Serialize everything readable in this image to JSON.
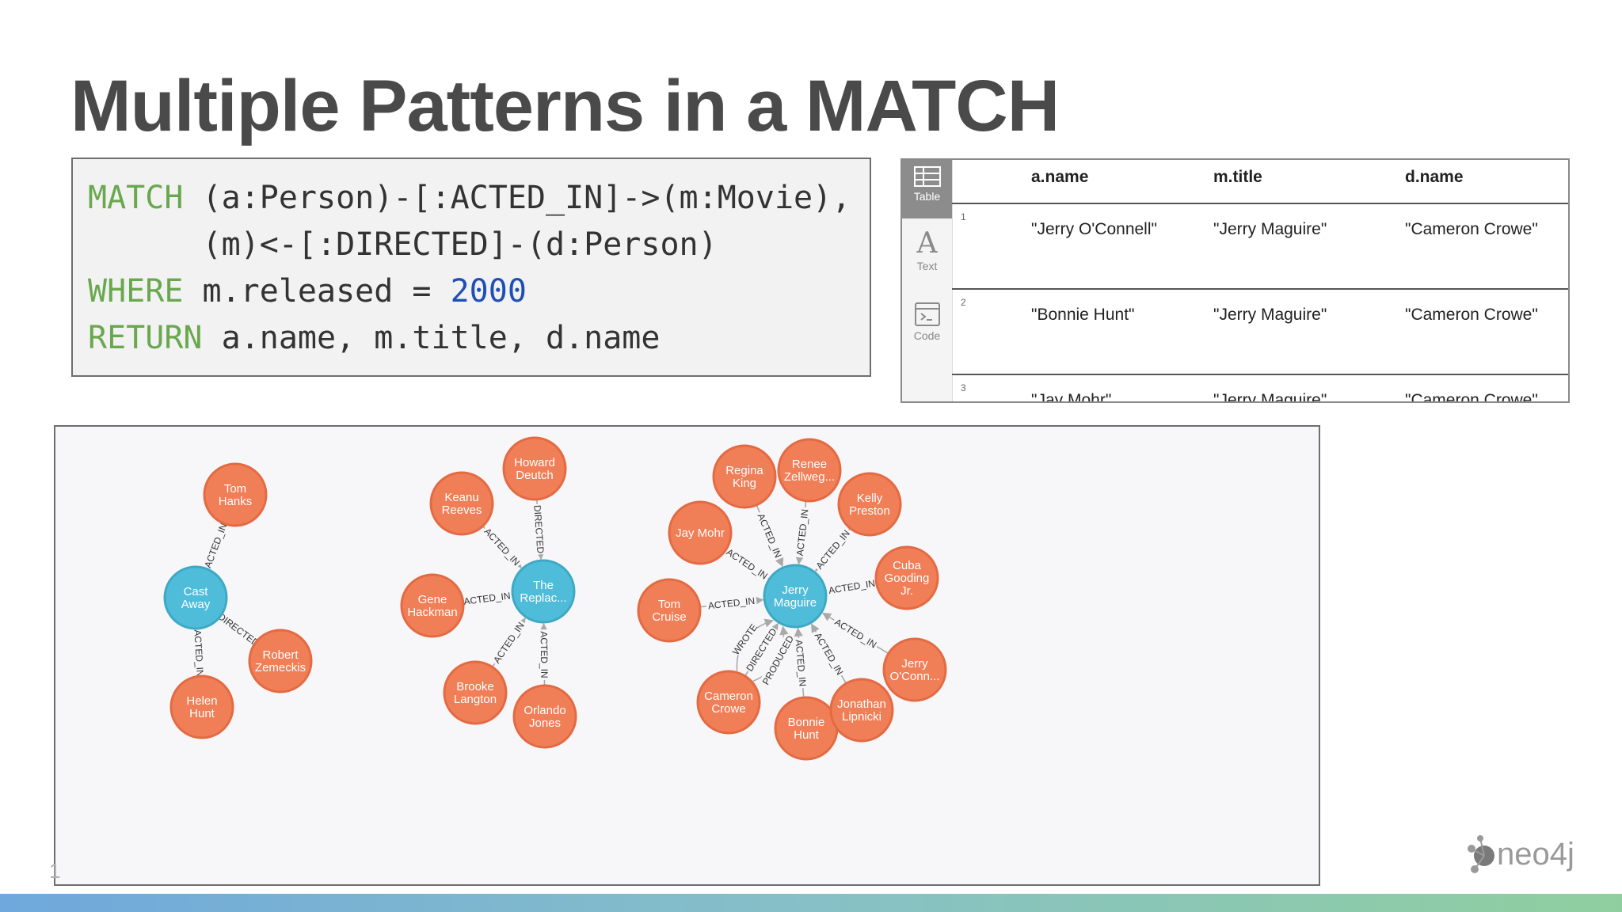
{
  "slide": {
    "title": "Multiple Patterns in a MATCH",
    "page_number": "1"
  },
  "query": {
    "line1": {
      "kw": "MATCH",
      "rest": " (a:Person)-[:ACTED_IN]->(m:Movie),"
    },
    "line2": {
      "rest": "      (m)<-[:DIRECTED]-(d:Person)"
    },
    "line3": {
      "kw": "WHERE",
      "mid": " m.released = ",
      "num": "2000"
    },
    "line4": {
      "kw": "RETURN",
      "rest": " a.name, m.title, d.name"
    }
  },
  "results": {
    "view_tabs": [
      {
        "label": "Table",
        "icon": "table-icon",
        "active": true
      },
      {
        "label": "Text",
        "icon": "text-icon",
        "active": false
      },
      {
        "label": "Code",
        "icon": "code-icon",
        "active": false
      }
    ],
    "columns": [
      "a.name",
      "m.title",
      "d.name"
    ],
    "rows": [
      {
        "num": "1",
        "cells": [
          "\"Jerry O'Connell\"",
          "\"Jerry Maguire\"",
          "\"Cameron Crowe\""
        ]
      },
      {
        "num": "2",
        "cells": [
          "\"Bonnie Hunt\"",
          "\"Jerry Maguire\"",
          "\"Cameron Crowe\""
        ]
      },
      {
        "num": "3",
        "cells": [
          "\"Jay Mohr\"",
          "\"Jerry Maguire\"",
          "\"Cameron Crowe\""
        ]
      }
    ]
  },
  "graph": {
    "colors": {
      "person": "#f07e57",
      "person_stroke": "#e36a42",
      "movie": "#4fbcd9",
      "movie_stroke": "#3ea9c5",
      "edge": "#a9a9a9",
      "edge_label": "#333333"
    },
    "nodes": [
      {
        "id": "tom_hanks",
        "type": "person",
        "lines": [
          "Tom",
          "Hanks"
        ]
      },
      {
        "id": "cast_away",
        "type": "movie",
        "lines": [
          "Cast",
          "Away"
        ]
      },
      {
        "id": "robert_zemeckis",
        "type": "person",
        "lines": [
          "Robert",
          "Zemeckis"
        ]
      },
      {
        "id": "helen_hunt",
        "type": "person",
        "lines": [
          "Helen",
          "Hunt"
        ]
      },
      {
        "id": "howard_deutch",
        "type": "person",
        "lines": [
          "Howard",
          "Deutch"
        ]
      },
      {
        "id": "keanu_reeves",
        "type": "person",
        "lines": [
          "Keanu",
          "Reeves"
        ]
      },
      {
        "id": "the_replacements",
        "type": "movie",
        "lines": [
          "The",
          "Replac..."
        ]
      },
      {
        "id": "gene_hackman",
        "type": "person",
        "lines": [
          "Gene",
          "Hackman"
        ]
      },
      {
        "id": "brooke_langton",
        "type": "person",
        "lines": [
          "Brooke",
          "Langton"
        ]
      },
      {
        "id": "orlando_jones",
        "type": "person",
        "lines": [
          "Orlando",
          "Jones"
        ]
      },
      {
        "id": "regina_king",
        "type": "person",
        "lines": [
          "Regina",
          "King"
        ]
      },
      {
        "id": "renee_zellweger",
        "type": "person",
        "lines": [
          "Renee",
          "Zellweg..."
        ]
      },
      {
        "id": "kelly_preston",
        "type": "person",
        "lines": [
          "Kelly",
          "Preston"
        ]
      },
      {
        "id": "jay_mohr",
        "type": "person",
        "lines": [
          "Jay Mohr"
        ]
      },
      {
        "id": "cuba_gooding",
        "type": "person",
        "lines": [
          "Cuba",
          "Gooding",
          "Jr."
        ]
      },
      {
        "id": "jerry_maguire",
        "type": "movie",
        "lines": [
          "Jerry",
          "Maguire"
        ]
      },
      {
        "id": "tom_cruise",
        "type": "person",
        "lines": [
          "Tom",
          "Cruise"
        ]
      },
      {
        "id": "jerry_oconnell",
        "type": "person",
        "lines": [
          "Jerry",
          "O'Conn..."
        ]
      },
      {
        "id": "cameron_crowe",
        "type": "person",
        "lines": [
          "Cameron",
          "Crowe"
        ]
      },
      {
        "id": "bonnie_hunt",
        "type": "person",
        "lines": [
          "Bonnie",
          "Hunt"
        ]
      },
      {
        "id": "jonathan_lipnicki",
        "type": "person",
        "lines": [
          "Jonathan",
          "Lipnicki"
        ]
      }
    ],
    "edges": [
      {
        "from": "tom_hanks",
        "to": "cast_away",
        "label": "ACTED_IN"
      },
      {
        "from": "helen_hunt",
        "to": "cast_away",
        "label": "ACTED_IN"
      },
      {
        "from": "robert_zemeckis",
        "to": "cast_away",
        "label": "DIRECTED"
      },
      {
        "from": "howard_deutch",
        "to": "the_replacements",
        "label": "DIRECTED"
      },
      {
        "from": "keanu_reeves",
        "to": "the_replacements",
        "label": "ACTED_IN"
      },
      {
        "from": "gene_hackman",
        "to": "the_replacements",
        "label": "ACTED_IN"
      },
      {
        "from": "brooke_langton",
        "to": "the_replacements",
        "label": "ACTED_IN"
      },
      {
        "from": "orlando_jones",
        "to": "the_replacements",
        "label": "ACTED_IN"
      },
      {
        "from": "regina_king",
        "to": "jerry_maguire",
        "label": "ACTED_IN"
      },
      {
        "from": "renee_zellweger",
        "to": "jerry_maguire",
        "label": "ACTED_IN"
      },
      {
        "from": "kelly_preston",
        "to": "jerry_maguire",
        "label": "ACTED_IN"
      },
      {
        "from": "jay_mohr",
        "to": "jerry_maguire",
        "label": "ACTED_IN"
      },
      {
        "from": "cuba_gooding",
        "to": "jerry_maguire",
        "label": "ACTED_IN"
      },
      {
        "from": "tom_cruise",
        "to": "jerry_maguire",
        "label": "ACTED_IN"
      },
      {
        "from": "jerry_oconnell",
        "to": "jerry_maguire",
        "label": "ACTED_IN"
      },
      {
        "from": "jonathan_lipnicki",
        "to": "jerry_maguire",
        "label": "ACTED_IN"
      },
      {
        "from": "bonnie_hunt",
        "to": "jerry_maguire",
        "label": "ACTED_IN"
      },
      {
        "from": "cameron_crowe",
        "to": "jerry_maguire",
        "label": "WROTE"
      },
      {
        "from": "cameron_crowe",
        "to": "jerry_maguire",
        "label": "DIRECTED"
      },
      {
        "from": "cameron_crowe",
        "to": "jerry_maguire",
        "label": "PRODUCED"
      }
    ]
  },
  "logo": {
    "text": "neo4j"
  }
}
